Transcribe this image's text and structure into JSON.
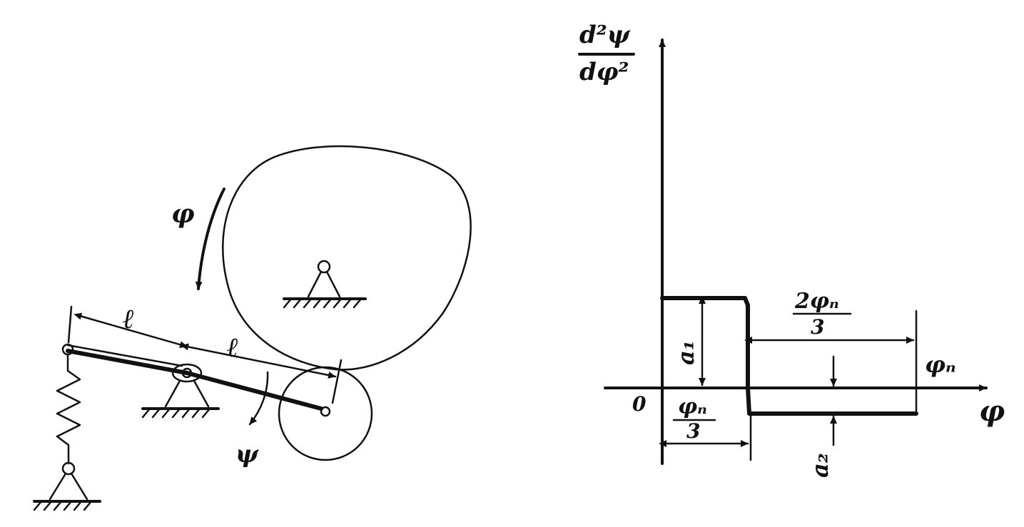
{
  "mechanism": {
    "label_phi": "φ",
    "label_psi": "ψ",
    "label_l_left": "ℓ",
    "label_l_right": "ℓ"
  },
  "graph": {
    "y_axis_numerator": "d²ψ",
    "y_axis_denominator": "dφ²",
    "x_axis_label": "φ",
    "origin_label": "0",
    "a1_label": "a₁",
    "a2_label": "a₂",
    "phi_n_label": "φₙ",
    "interval1_num": "φₙ",
    "interval1_den": "3",
    "interval2_num": "2φₙ",
    "interval2_den": "3"
  },
  "colors": {
    "ink": "#111111",
    "background": "#ffffff"
  }
}
